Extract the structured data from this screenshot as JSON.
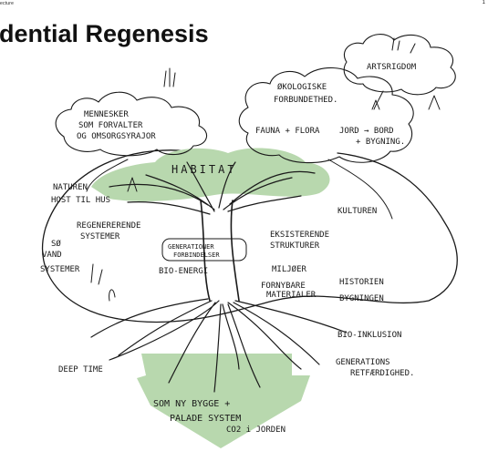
{
  "header": {
    "crumb": "ecture",
    "mark": "1",
    "title": "dential Regenesis"
  },
  "diagram": {
    "artsrigdom": "ARTSRIGDOM",
    "okologiske_1": "ØKOLOGISKE",
    "okologiske_2": "FORBUNDETHED.",
    "fauna_flora": "FAUNA + FLORA",
    "jord_1": "JORD → BORD",
    "jord_2": "+ BYGNING.",
    "mennesker_1": "MENNESKER",
    "mennesker_2": "SOM FORVALTER",
    "mennesker_3": "OG OMSORGSYRAJOR",
    "habitat": "HABITAT",
    "naturen_1": "NATUREN",
    "naturen_2": "HOST TIL HUS",
    "kulturen": "KULTUREN",
    "regenerative_1": "REGENERERENDE",
    "regenerative_2": "SYSTEMER",
    "generationer_1": "GENERATIONER",
    "generationer_2": "FORBINDELSER",
    "eksisterende_1": "EKSISTERENDE",
    "eksisterende_2": "STRUKTURER",
    "vand_1": "SØ",
    "vand_2": "VAND",
    "vand_3": "SYSTEMER",
    "bio_energi": "BIO-ENERGI",
    "miljoer": "MILJØER",
    "fornybare_1": "FORNYBARE",
    "fornybare_2": "MATERIALER",
    "historien_1": "HISTORIEN",
    "historien_2": "BYGNINGEN",
    "bio_inklusion": "BIO-INKLUSION",
    "deep_time": "DEEP TIME",
    "generations_1": "GENERATIONS",
    "generations_2": "RETFÆRDIGHED.",
    "som_ny_1": "SOM NY BYGGE +",
    "som_ny_2": "PALADE SYSTEM",
    "som_ny_3": "CO2 i JORDEN"
  },
  "colors": {
    "canopy": "#b8d8ae",
    "arrow": "#b8d8ae",
    "ink": "#1a1a1a"
  }
}
